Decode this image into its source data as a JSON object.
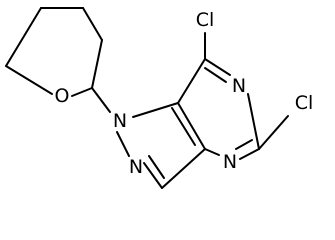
{
  "structure": {
    "atoms": {
      "cl_top": "Cl",
      "cl_right": "Cl",
      "n_pyrimidine_top": "N",
      "n_pyrimidine_bottom": "N",
      "n1_pyrazole": "N",
      "n2_pyrazole": "N",
      "o_ring": "O"
    }
  },
  "colors": {
    "bond": "#000000",
    "label": "#000000",
    "background": "#ffffff"
  }
}
